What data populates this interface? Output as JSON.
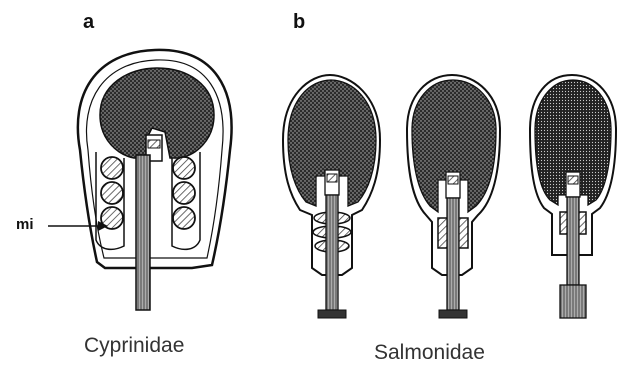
{
  "panels": [
    {
      "letter": "a",
      "caption": "Cyprinidae"
    },
    {
      "letter": "b",
      "caption": "Salmonidae"
    }
  ],
  "labels": {
    "mitochondria": "mi"
  },
  "colors": {
    "outline": "#111111",
    "stipple": "#2a2a2a",
    "hatch": "#555555",
    "background": "#ffffff"
  }
}
